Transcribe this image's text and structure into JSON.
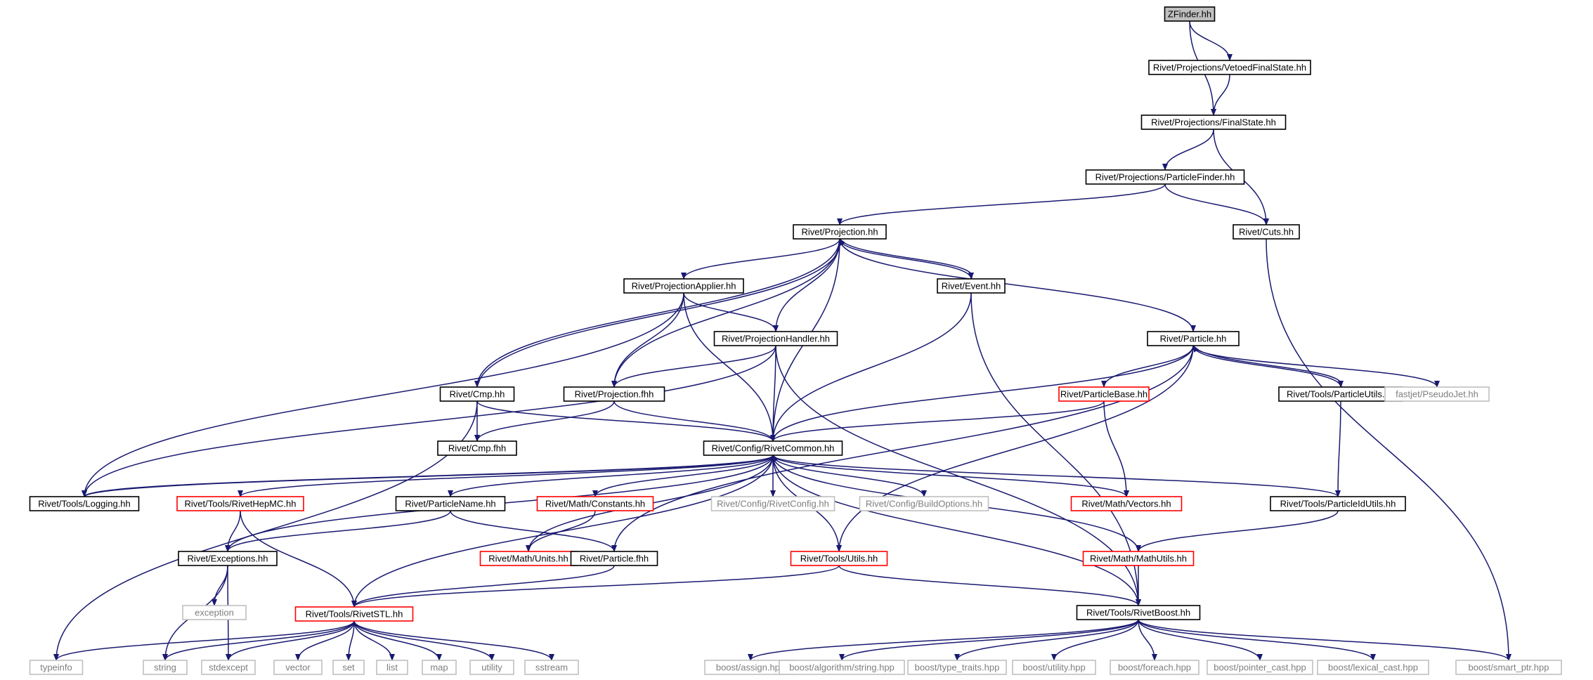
{
  "diagram": {
    "type": "include dependency graph",
    "colors": {
      "edge": "#191970",
      "normal_border": "#000000",
      "normal_text": "#000000",
      "truncated_border": "#ff0000",
      "external_border": "#bfbfbf",
      "external_text": "#7f7f7f",
      "root_fill": "#bfbfbf"
    },
    "nodes": [
      {
        "id": "zfinder",
        "label": "ZFinder.hh",
        "kind": "root"
      },
      {
        "id": "vetoed",
        "label": "Rivet/Projections/VetoedFinalState.hh",
        "kind": "normal"
      },
      {
        "id": "finalstate",
        "label": "Rivet/Projections/FinalState.hh",
        "kind": "normal"
      },
      {
        "id": "particlefinder",
        "label": "Rivet/Projections/ParticleFinder.hh",
        "kind": "normal"
      },
      {
        "id": "projection",
        "label": "Rivet/Projection.hh",
        "kind": "normal"
      },
      {
        "id": "cuts",
        "label": "Rivet/Cuts.hh",
        "kind": "normal"
      },
      {
        "id": "projapplier",
        "label": "Rivet/ProjectionApplier.hh",
        "kind": "normal"
      },
      {
        "id": "event",
        "label": "Rivet/Event.hh",
        "kind": "normal"
      },
      {
        "id": "projhandler",
        "label": "Rivet/ProjectionHandler.hh",
        "kind": "normal"
      },
      {
        "id": "particle",
        "label": "Rivet/Particle.hh",
        "kind": "normal"
      },
      {
        "id": "cmp",
        "label": "Rivet/Cmp.hh",
        "kind": "normal"
      },
      {
        "id": "projfhh",
        "label": "Rivet/Projection.fhh",
        "kind": "normal"
      },
      {
        "id": "particlebase",
        "label": "Rivet/ParticleBase.hh",
        "kind": "truncated"
      },
      {
        "id": "particleutils",
        "label": "Rivet/Tools/ParticleUtils.hh",
        "kind": "normal"
      },
      {
        "id": "pseudojet",
        "label": "fastjet/PseudoJet.hh",
        "kind": "external"
      },
      {
        "id": "cmpfhh",
        "label": "Rivet/Cmp.fhh",
        "kind": "normal"
      },
      {
        "id": "rivetcommon",
        "label": "Rivet/Config/RivetCommon.hh",
        "kind": "normal"
      },
      {
        "id": "logging",
        "label": "Rivet/Tools/Logging.hh",
        "kind": "normal"
      },
      {
        "id": "rivethepmc",
        "label": "Rivet/Tools/RivetHepMC.hh",
        "kind": "truncated"
      },
      {
        "id": "particlename",
        "label": "Rivet/ParticleName.hh",
        "kind": "normal"
      },
      {
        "id": "constants",
        "label": "Rivet/Math/Constants.hh",
        "kind": "truncated"
      },
      {
        "id": "rivetconfig",
        "label": "Rivet/Config/RivetConfig.hh",
        "kind": "external"
      },
      {
        "id": "buildoptions",
        "label": "Rivet/Config/BuildOptions.hh",
        "kind": "external"
      },
      {
        "id": "vectors",
        "label": "Rivet/Math/Vectors.hh",
        "kind": "truncated"
      },
      {
        "id": "particleidutils",
        "label": "Rivet/Tools/ParticleIdUtils.hh",
        "kind": "normal"
      },
      {
        "id": "exceptions",
        "label": "Rivet/Exceptions.hh",
        "kind": "normal"
      },
      {
        "id": "units",
        "label": "Rivet/Math/Units.hh",
        "kind": "truncated"
      },
      {
        "id": "particlefhh",
        "label": "Rivet/Particle.fhh",
        "kind": "normal"
      },
      {
        "id": "utils",
        "label": "Rivet/Tools/Utils.hh",
        "kind": "truncated"
      },
      {
        "id": "mathutils",
        "label": "Rivet/Math/MathUtils.hh",
        "kind": "truncated"
      },
      {
        "id": "exception",
        "label": "exception",
        "kind": "external"
      },
      {
        "id": "rivetstl",
        "label": "Rivet/Tools/RivetSTL.hh",
        "kind": "truncated"
      },
      {
        "id": "rivetboost",
        "label": "Rivet/Tools/RivetBoost.hh",
        "kind": "normal"
      },
      {
        "id": "typeinfo",
        "label": "typeinfo",
        "kind": "external"
      },
      {
        "id": "string",
        "label": "string",
        "kind": "external"
      },
      {
        "id": "stdexcept",
        "label": "stdexcept",
        "kind": "external"
      },
      {
        "id": "vector",
        "label": "vector",
        "kind": "external"
      },
      {
        "id": "set",
        "label": "set",
        "kind": "external"
      },
      {
        "id": "list",
        "label": "list",
        "kind": "external"
      },
      {
        "id": "map",
        "label": "map",
        "kind": "external"
      },
      {
        "id": "utility",
        "label": "utility",
        "kind": "external"
      },
      {
        "id": "sstream",
        "label": "sstream",
        "kind": "external"
      },
      {
        "id": "assign",
        "label": "boost/assign.hpp",
        "kind": "external"
      },
      {
        "id": "algostring",
        "label": "boost/algorithm/string.hpp",
        "kind": "external"
      },
      {
        "id": "typetraits",
        "label": "boost/type_traits.hpp",
        "kind": "external"
      },
      {
        "id": "butility",
        "label": "boost/utility.hpp",
        "kind": "external"
      },
      {
        "id": "foreach",
        "label": "boost/foreach.hpp",
        "kind": "external"
      },
      {
        "id": "pointercast",
        "label": "boost/pointer_cast.hpp",
        "kind": "external"
      },
      {
        "id": "lexicalcast",
        "label": "boost/lexical_cast.hpp",
        "kind": "external"
      },
      {
        "id": "smartptr",
        "label": "boost/smart_ptr.hpp",
        "kind": "external"
      }
    ],
    "edges": [
      [
        "zfinder",
        "vetoed"
      ],
      [
        "zfinder",
        "finalstate"
      ],
      [
        "vetoed",
        "finalstate"
      ],
      [
        "finalstate",
        "particlefinder"
      ],
      [
        "finalstate",
        "cuts"
      ],
      [
        "particlefinder",
        "projection"
      ],
      [
        "particlefinder",
        "cuts"
      ],
      [
        "cuts",
        "smartptr"
      ],
      [
        "projection",
        "projapplier"
      ],
      [
        "projection",
        "event"
      ],
      [
        "projection",
        "projhandler"
      ],
      [
        "projection",
        "particle"
      ],
      [
        "projection",
        "cmp"
      ],
      [
        "projection",
        "projfhh"
      ],
      [
        "projection",
        "rivetcommon"
      ],
      [
        "event",
        "projection"
      ],
      [
        "event",
        "rivetcommon"
      ],
      [
        "event",
        "rivetboost"
      ],
      [
        "cmp",
        "projection"
      ],
      [
        "cmp",
        "cmpfhh"
      ],
      [
        "cmp",
        "rivetcommon"
      ],
      [
        "cmp",
        "typeinfo"
      ],
      [
        "projapplier",
        "projhandler"
      ],
      [
        "projapplier",
        "projfhh"
      ],
      [
        "projapplier",
        "rivetcommon"
      ],
      [
        "projapplier",
        "logging"
      ],
      [
        "projhandler",
        "projfhh"
      ],
      [
        "projhandler",
        "rivetcommon"
      ],
      [
        "projhandler",
        "logging"
      ],
      [
        "projhandler",
        "rivetboost"
      ],
      [
        "projfhh",
        "cmpfhh"
      ],
      [
        "projfhh",
        "rivetcommon"
      ],
      [
        "particle",
        "rivetcommon"
      ],
      [
        "particle",
        "particlebase"
      ],
      [
        "particle",
        "particleutils"
      ],
      [
        "particle",
        "pseudojet"
      ],
      [
        "particle",
        "particlefhh"
      ],
      [
        "particle",
        "utils"
      ],
      [
        "particleutils",
        "particle"
      ],
      [
        "particleutils",
        "particleidutils"
      ],
      [
        "particlebase",
        "rivetcommon"
      ],
      [
        "particlebase",
        "vectors"
      ],
      [
        "rivetcommon",
        "logging"
      ],
      [
        "rivetcommon",
        "rivethepmc"
      ],
      [
        "rivetcommon",
        "particlename"
      ],
      [
        "rivetcommon",
        "constants"
      ],
      [
        "rivetcommon",
        "rivetconfig"
      ],
      [
        "rivetcommon",
        "buildoptions"
      ],
      [
        "rivetcommon",
        "vectors"
      ],
      [
        "rivetcommon",
        "particleidutils"
      ],
      [
        "rivetcommon",
        "exceptions"
      ],
      [
        "rivetcommon",
        "units"
      ],
      [
        "rivetcommon",
        "utils"
      ],
      [
        "rivetcommon",
        "mathutils"
      ],
      [
        "rivetcommon",
        "rivetstl"
      ],
      [
        "rivetcommon",
        "rivetboost"
      ],
      [
        "logging",
        "rivetcommon"
      ],
      [
        "rivethepmc",
        "exceptions"
      ],
      [
        "rivethepmc",
        "rivetstl"
      ],
      [
        "particlename",
        "exceptions"
      ],
      [
        "particlename",
        "particlefhh"
      ],
      [
        "constants",
        "units"
      ],
      [
        "particleidutils",
        "mathutils"
      ],
      [
        "exceptions",
        "exception"
      ],
      [
        "exceptions",
        "string"
      ],
      [
        "exceptions",
        "stdexcept"
      ],
      [
        "particlefhh",
        "rivetstl"
      ],
      [
        "utils",
        "rivetstl"
      ],
      [
        "utils",
        "rivetboost"
      ],
      [
        "mathutils",
        "rivetboost"
      ],
      [
        "rivetstl",
        "typeinfo"
      ],
      [
        "rivetstl",
        "string"
      ],
      [
        "rivetstl",
        "stdexcept"
      ],
      [
        "rivetstl",
        "vector"
      ],
      [
        "rivetstl",
        "set"
      ],
      [
        "rivetstl",
        "list"
      ],
      [
        "rivetstl",
        "map"
      ],
      [
        "rivetstl",
        "utility"
      ],
      [
        "rivetstl",
        "sstream"
      ],
      [
        "rivetboost",
        "assign"
      ],
      [
        "rivetboost",
        "algostring"
      ],
      [
        "rivetboost",
        "typetraits"
      ],
      [
        "rivetboost",
        "butility"
      ],
      [
        "rivetboost",
        "foreach"
      ],
      [
        "rivetboost",
        "pointercast"
      ],
      [
        "rivetboost",
        "lexicalcast"
      ],
      [
        "rivetboost",
        "smartptr"
      ]
    ]
  }
}
